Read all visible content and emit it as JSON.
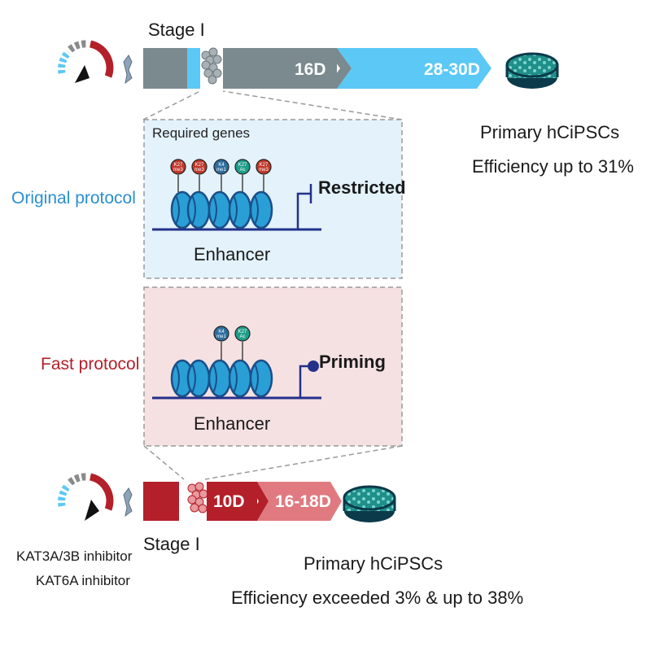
{
  "top_timeline": {
    "stage_label": "Stage I",
    "day_label_1": "16D",
    "day_label_2": "28-30D",
    "result_title": "Primary hCiPSCs",
    "result_efficiency": "Efficiency up to 31%"
  },
  "original_panel": {
    "protocol_label": "Original protocol",
    "required_genes_label": "Required genes",
    "state_label": "Restricted",
    "enhancer_label": "Enhancer",
    "histone_marks": [
      {
        "line1": "K27",
        "line2": "me3",
        "color": "#c0392b"
      },
      {
        "line1": "K27",
        "line2": "me3",
        "color": "#c0392b"
      },
      {
        "line1": "K4",
        "line2": "me1",
        "color": "#2e6e9e"
      },
      {
        "line1": "K27",
        "line2": "Ac",
        "color": "#1e9e8a"
      },
      {
        "line1": "K27",
        "line2": "me3",
        "color": "#c0392b"
      }
    ]
  },
  "fast_panel": {
    "protocol_label": "Fast protocol",
    "state_label": "Priming",
    "enhancer_label": "Enhancer",
    "histone_marks": [
      {
        "line1": "K4",
        "line2": "me1",
        "color": "#2e6e9e"
      },
      {
        "line1": "K27",
        "line2": "Ac",
        "color": "#1e9e8a"
      }
    ]
  },
  "bottom_timeline": {
    "stage_label": "Stage I",
    "day_label_1": "10D",
    "day_label_2": "16-18D",
    "inhibitor_1": "KAT3A/3B inhibitor",
    "inhibitor_2": "KAT6A inhibitor",
    "result_title": "Primary hCiPSCs",
    "result_efficiency": "Efficiency exceeded 3% & up to 38%"
  },
  "colors": {
    "original_accent": "#2a8fd1",
    "fast_accent": "#b3202a",
    "light_blue_bar": "#5bc8f5",
    "gray_bar": "#7a8a8e",
    "dark_red_bar": "#b3202a",
    "pink_bar": "#e07a80",
    "original_panel_bg": "#e3f2fb",
    "fast_panel_bg": "#f6e1e2"
  }
}
